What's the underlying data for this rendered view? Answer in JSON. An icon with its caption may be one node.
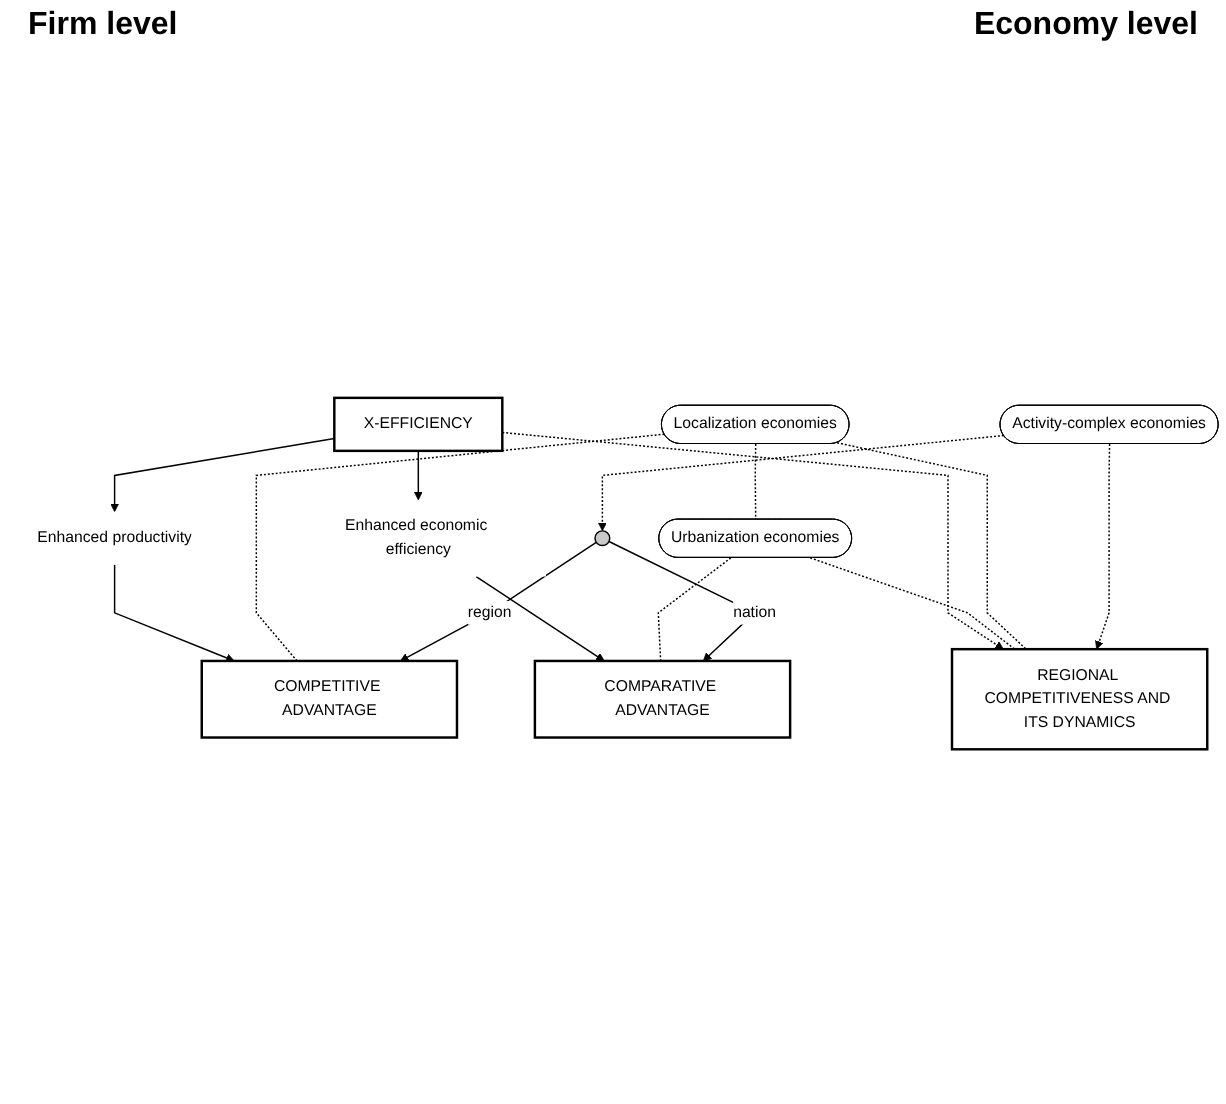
{
  "diagram": {
    "nodes": [
      {
        "text": [
          "COMPETITIVE ADVANTAGE"
        ]
      },
      {
        "text": [],
        "shape": "circle"
      },
      {
        "text": [
          "COMPARATIVE ADVANTAGE"
        ]
      },
      {
        "text": [
          "Activity-complex economies"
        ]
      },
      {
        "text": [
          "Localization economies"
        ]
      },
      {
        "text": [
          "Urbanization economies"
        ]
      },
      {
        "text": [
          "Enhanced productivity"
        ]
      },
      {
        "text": [
          "REGIONAL COMPETITIVENESS AND ITS DYNAMICS"
        ]
      },
      {
        "text": [
          "Enhanced economic efficiency"
        ]
      },
      {
        "text": [
          "X-EFFICIENCY"
        ]
      }
    ],
    "edges": [
      {
        "from": 1,
        "to": 0,
        "arrow": "to",
        "label": "region"
      },
      {
        "from": 1,
        "to": 2,
        "arrow": "to",
        "label": "nation"
      },
      {
        "from": 3,
        "to": 1,
        "arrow": "to",
        "style": "dashed"
      },
      {
        "from": 3,
        "to": 7,
        "arrow": "to",
        "style": "dashed"
      },
      {
        "from": 4,
        "to": 0,
        "arrow": "none",
        "style": "dashed"
      },
      {
        "from": 5,
        "to": 2,
        "arrow": "none",
        "style": "dashed"
      },
      {
        "from": 4,
        "to": 5,
        "arrow": "none",
        "style": "dashed"
      },
      {
        "from": 4,
        "to": 7,
        "arrow": "none",
        "style": "dashed"
      },
      {
        "from": 5,
        "to": 7,
        "arrow": "none",
        "style": "dashed"
      },
      {
        "from": 9,
        "to": 6,
        "arrow": "to"
      },
      {
        "from": 6,
        "to": 0,
        "arrow": "to"
      },
      {
        "from": 9,
        "to": 8,
        "arrow": "to"
      },
      {
        "from": 8,
        "to": 2,
        "arrow": "to"
      },
      {
        "from": 9,
        "to": 7,
        "arrow": "to",
        "style": "dashed"
      }
    ],
    "labels": [
      "Firm level",
      "Economy level"
    ]
  }
}
